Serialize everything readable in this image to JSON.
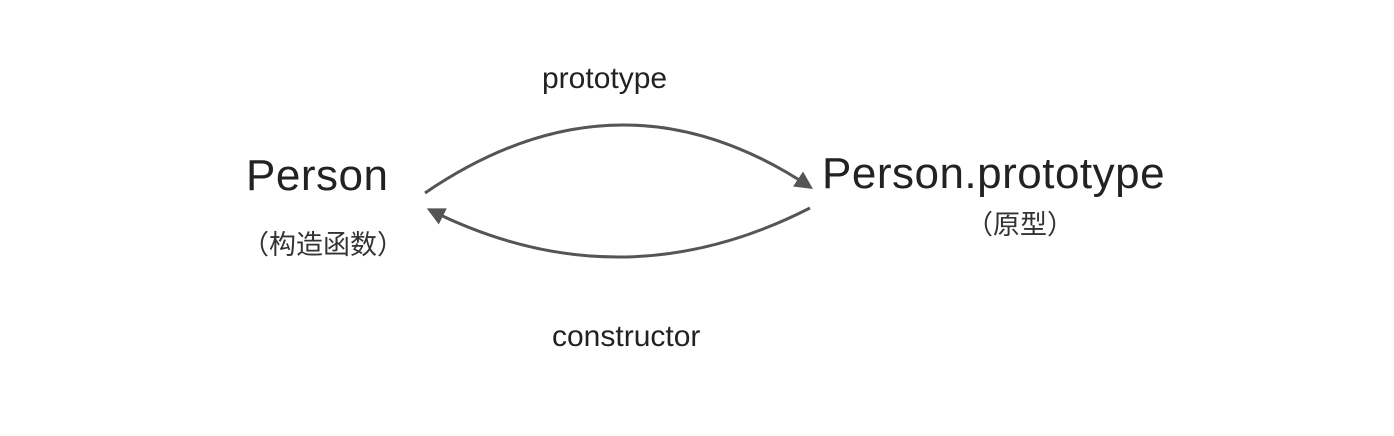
{
  "nodes": {
    "person": {
      "title": "Person",
      "subtitle": "（构造函数）"
    },
    "prototype": {
      "title": "Person.prototype",
      "subtitle": "（原型）"
    }
  },
  "edges": {
    "to_prototype": {
      "label": "prototype"
    },
    "to_constructor": {
      "label": "constructor"
    }
  },
  "colors": {
    "arrow": "#555555",
    "text": "#222222"
  }
}
